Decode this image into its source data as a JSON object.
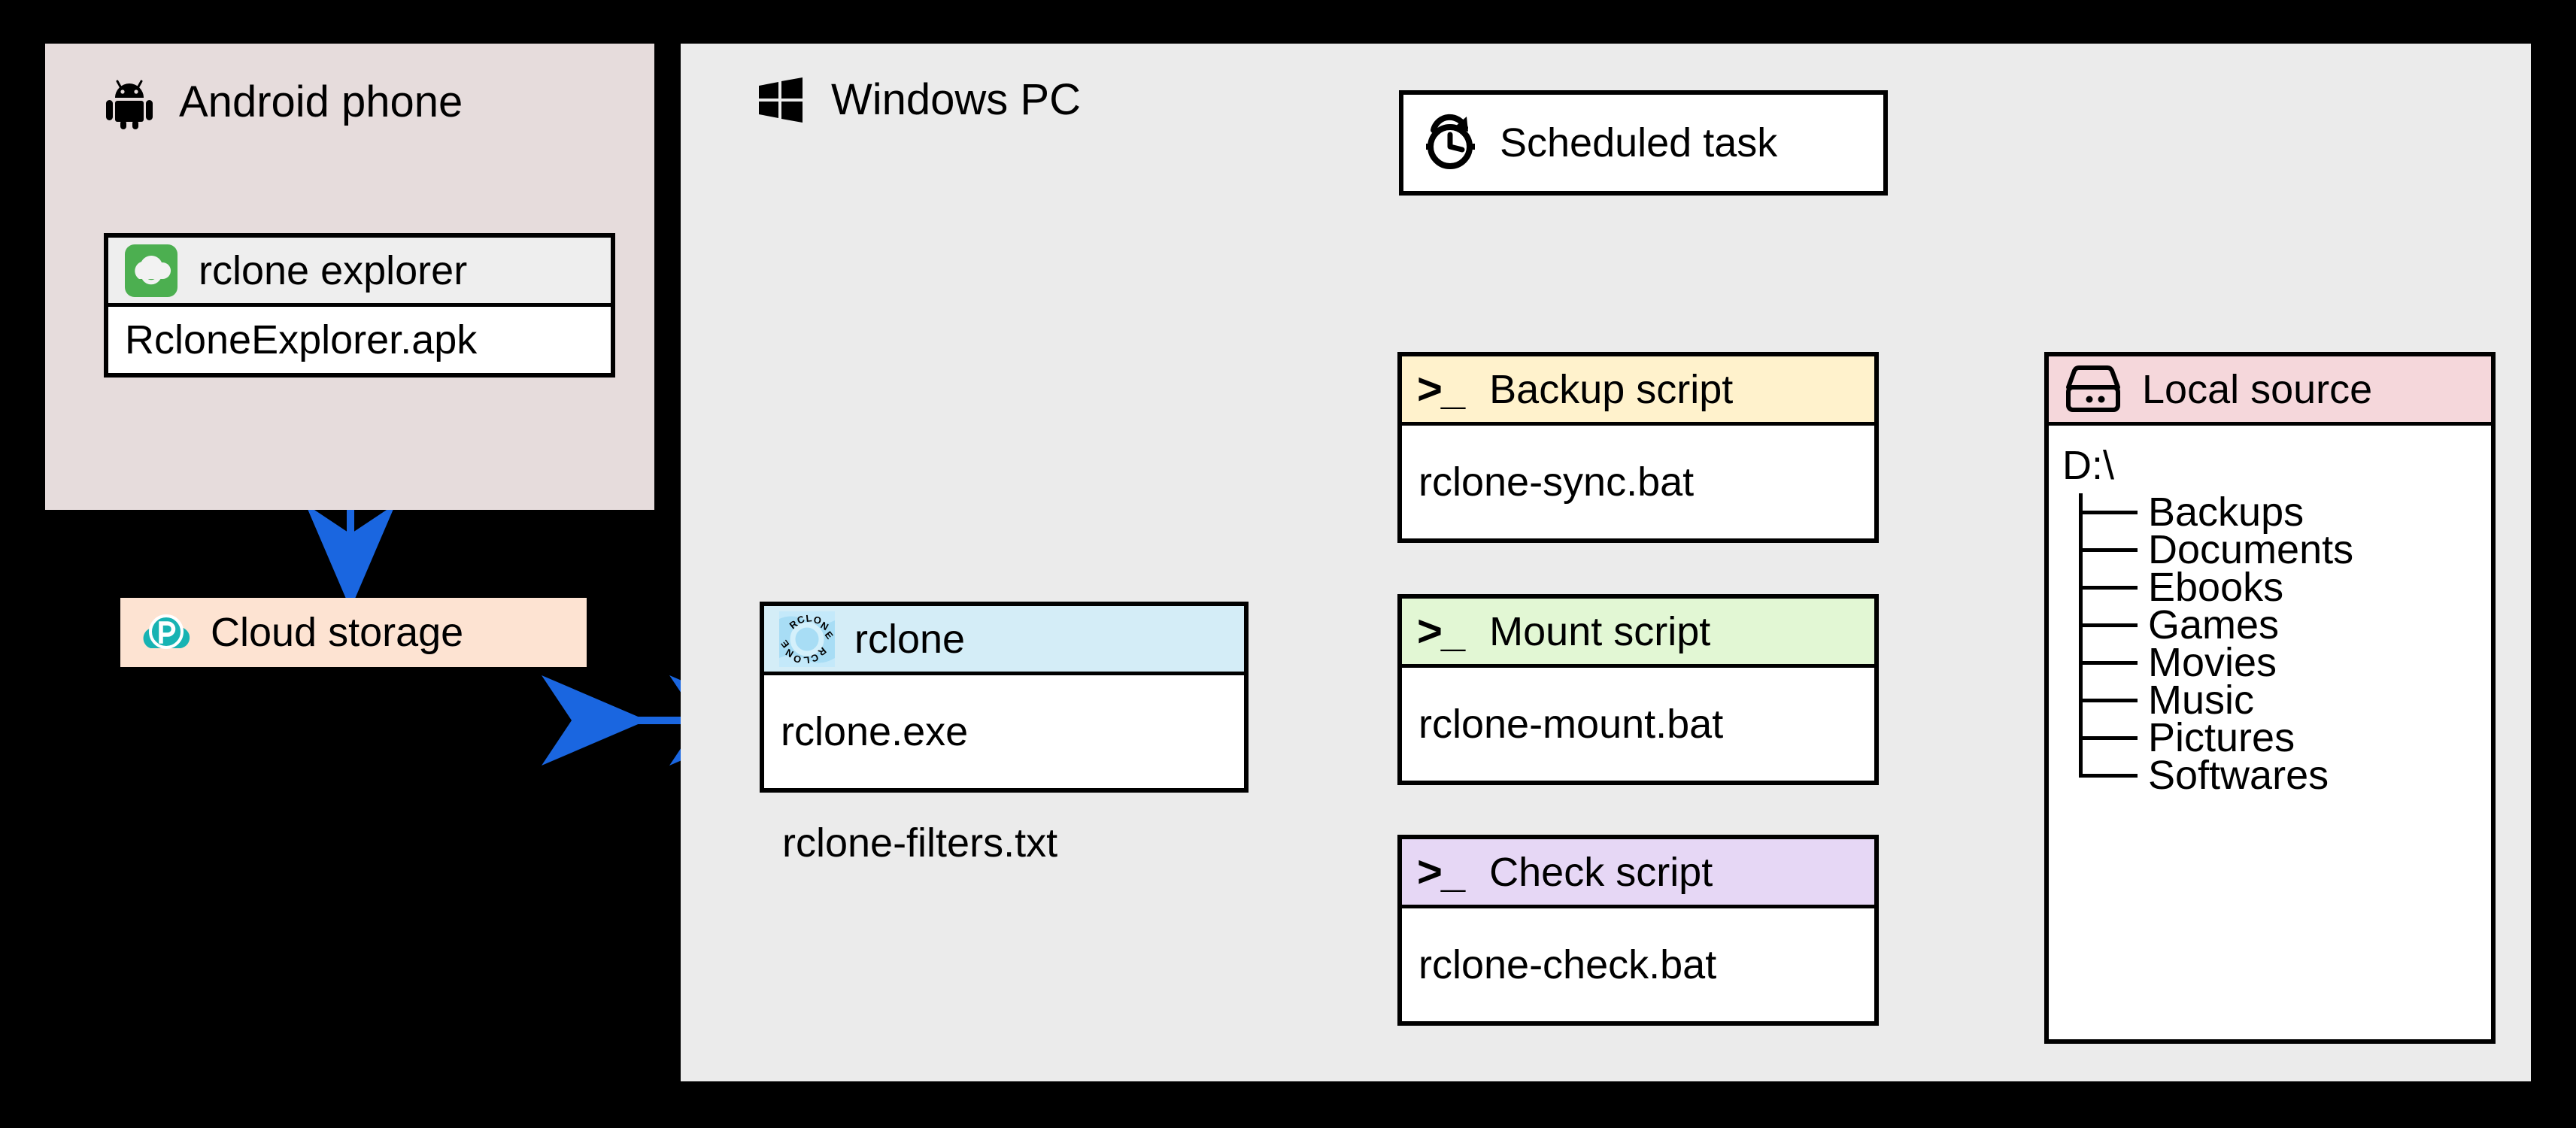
{
  "android_panel": {
    "title": "Android phone",
    "icon": "android-robot-icon",
    "bg_color": "#e6dcdc",
    "app": {
      "head_label": "rclone explorer",
      "head_icon": "rclone-explorer-app-icon",
      "head_bg": "#eeeeee",
      "body_label": "RcloneExplorer.apk"
    }
  },
  "cloud_storage": {
    "label": "Cloud storage",
    "icon": "pcloud-icon",
    "bg_color": "#fde3d2"
  },
  "windows_panel": {
    "title": "Windows PC",
    "icon": "windows-logo-icon",
    "bg_color": "#ebebeb"
  },
  "scheduled_task": {
    "label": "Scheduled task",
    "icon": "clock-refresh-icon",
    "bg_color": "#ffffff"
  },
  "rclone": {
    "head_label": "rclone",
    "head_icon": "rclone-logo-icon",
    "head_bg": "#d4edf7",
    "body_label": "rclone.exe",
    "caption": "rclone-filters.txt"
  },
  "scripts": [
    {
      "head_label": "Backup script",
      "head_icon": "terminal-prompt-icon",
      "head_bg": "#fff2cc",
      "body_label": "rclone-sync.bat"
    },
    {
      "head_label": "Mount script",
      "head_icon": "terminal-prompt-icon",
      "head_bg": "#e2f7d4",
      "body_label": "rclone-mount.bat"
    },
    {
      "head_label": "Check script",
      "head_icon": "terminal-prompt-icon",
      "head_bg": "#e6d7f5",
      "body_label": "rclone-check.bat"
    }
  ],
  "local_source": {
    "head_label": "Local source",
    "head_icon": "external-hard-drive-icon",
    "head_bg": "#f5d7db",
    "root": "D:\\",
    "folders": [
      "Backups",
      "Documents",
      "Ebooks",
      "Games",
      "Movies",
      "Music",
      "Pictures",
      "Softwares"
    ]
  },
  "colors": {
    "arrow_blue": "#1a66e0",
    "arrow_black": "#000000",
    "border": "#000000",
    "canvas": "#000000"
  },
  "connectors": [
    {
      "name": "phone-to-cloud",
      "style": "solid",
      "color": "#1a66e0",
      "direction": "bidirectional"
    },
    {
      "name": "cloud-to-rclone",
      "style": "solid",
      "color": "#1a66e0",
      "direction": "bidirectional"
    },
    {
      "name": "scheduledtask-to-backupscript",
      "style": "dashed",
      "color": "#000000",
      "direction": "bidirectional"
    },
    {
      "name": "scripts-to-rclone",
      "style": "dashed",
      "color": "#000000",
      "direction": "single"
    },
    {
      "name": "localsource-to-scripts",
      "style": "solid",
      "color": "#1a66e0",
      "direction": "bidirectional"
    }
  ]
}
